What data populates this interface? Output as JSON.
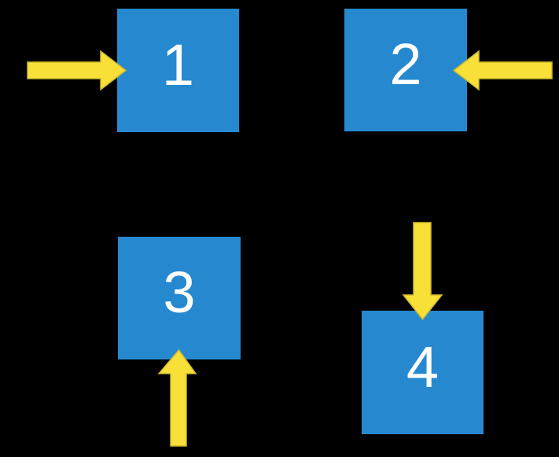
{
  "diagram": {
    "description": "Four numbered blue squares each indicated by a yellow block arrow",
    "background": "#000000"
  },
  "colors": {
    "box": "#2689d0",
    "label": "#ffffff",
    "arrow": "#f9e038",
    "arrow_edge": "#cdb92f"
  },
  "boxes": [
    {
      "label": "1",
      "arrow_direction": "pointing-right-from-left"
    },
    {
      "label": "2",
      "arrow_direction": "pointing-left-from-right"
    },
    {
      "label": "3",
      "arrow_direction": "pointing-up-from-bottom"
    },
    {
      "label": "4",
      "arrow_direction": "pointing-down-from-top"
    }
  ]
}
